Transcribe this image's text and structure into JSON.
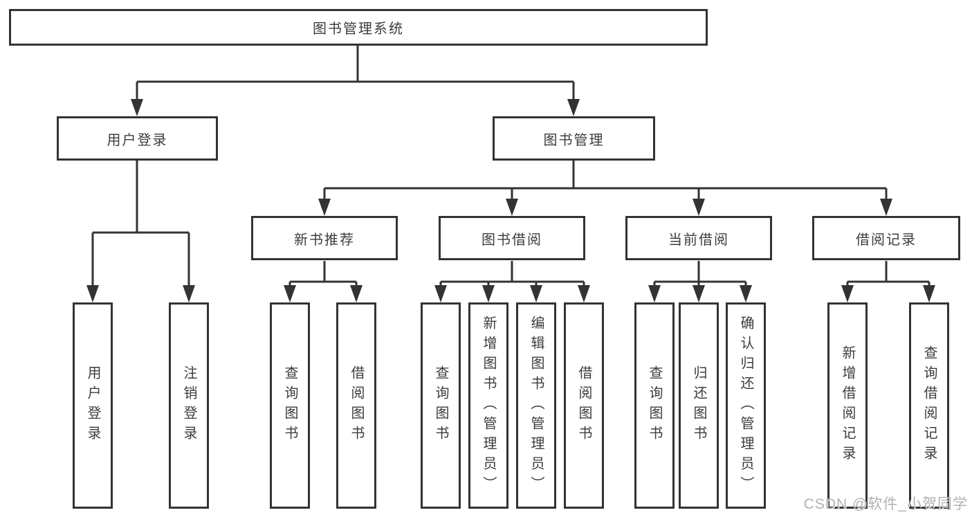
{
  "diagram": {
    "type": "hierarchy-tree",
    "root": {
      "label": "图书管理系统"
    },
    "level2": [
      {
        "label": "用户登录",
        "parent": "图书管理系统"
      },
      {
        "label": "图书管理",
        "parent": "图书管理系统"
      }
    ],
    "level3": [
      {
        "label": "新书推荐",
        "parent": "图书管理"
      },
      {
        "label": "图书借阅",
        "parent": "图书管理"
      },
      {
        "label": "当前借阅",
        "parent": "图书管理"
      },
      {
        "label": "借阅记录",
        "parent": "图书管理"
      }
    ],
    "leaves": [
      {
        "label": "用户登录",
        "parent": "用户登录"
      },
      {
        "label": "注销登录",
        "parent": "用户登录"
      },
      {
        "label": "查询图书",
        "parent": "新书推荐"
      },
      {
        "label": "借阅图书",
        "parent": "新书推荐"
      },
      {
        "label": "查询图书",
        "parent": "图书借阅"
      },
      {
        "label": "新增图书（管理员）",
        "parent": "图书借阅"
      },
      {
        "label": "编辑图书（管理员）",
        "parent": "图书借阅"
      },
      {
        "label": "借阅图书",
        "parent": "图书借阅"
      },
      {
        "label": "查询图书",
        "parent": "当前借阅"
      },
      {
        "label": "归还图书",
        "parent": "当前借阅"
      },
      {
        "label": "确认归还（管理员）",
        "parent": "当前借阅"
      },
      {
        "label": "新增借阅记录",
        "parent": "借阅记录"
      },
      {
        "label": "查询借阅记录",
        "parent": "借阅记录"
      }
    ]
  },
  "watermark": "CSDN @软件_小贺同学",
  "colors": {
    "line": "#333333",
    "text": "#3c3c3c",
    "background": "#ffffff",
    "watermark": "#a5a5a5"
  }
}
